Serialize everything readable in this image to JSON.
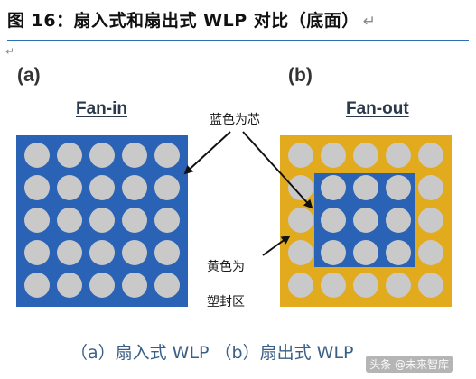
{
  "figure": {
    "title": "图 16：扇入式和扇出式 WLP 对比（底面）",
    "return_mark": "↵"
  },
  "panel_a": {
    "label": "(a)",
    "heading": "Fan-in"
  },
  "panel_b": {
    "label": "(b)",
    "heading": "Fan-out"
  },
  "annotations": {
    "blue_chip": "蓝色为芯",
    "yellow_mold_line1": "黄色为",
    "yellow_mold_line2": "塑封区"
  },
  "caption": "（a）扇入式 WLP （b）扇出式 WLP",
  "watermark": "头条 @未来智库",
  "colors": {
    "chip_blue": "#2a62b5",
    "mold_yellow": "#e2ab1e",
    "solder_ball_gray": "#c9c9c9",
    "caption_blue": "#3a5f86",
    "rule_blue": "#2e6fb4"
  },
  "grid": {
    "fan_in_rows": 5,
    "fan_in_cols": 5,
    "fan_out_rows": 5,
    "fan_out_cols": 5
  }
}
